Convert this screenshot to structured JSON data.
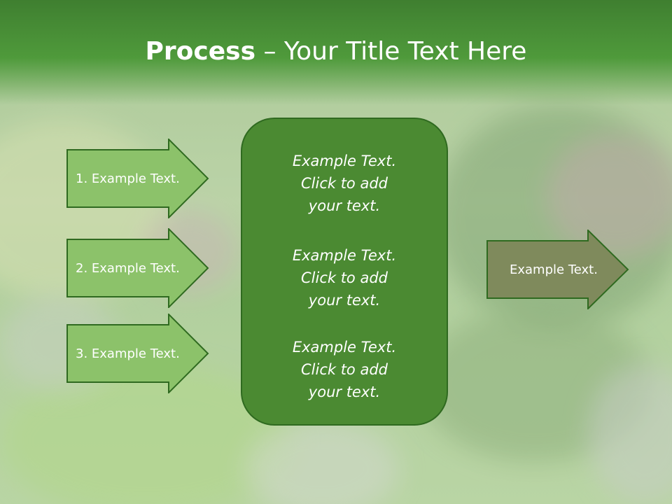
{
  "slide": {
    "title_bold": "Process",
    "title_rest": " – Your Title Text Here"
  },
  "left_arrows": [
    {
      "label": "1. Example Text."
    },
    {
      "label": "2. Example Text."
    },
    {
      "label": "3. Example Text."
    }
  ],
  "center_box": {
    "paragraphs": [
      {
        "line1": "Example Text.",
        "line2": "Click  to add",
        "line3": "your text."
      },
      {
        "line1": "Example Text.",
        "line2": "Click  to add",
        "line3": "your text."
      },
      {
        "line1": "Example Text.",
        "line2": "Click  to add",
        "line3": "your text."
      }
    ]
  },
  "right_arrow": {
    "label": "Example Text."
  },
  "colors": {
    "header_green": "#4f9a3b",
    "left_arrow_fill": "#8cc26a",
    "center_box_fill": "#4b8a32",
    "right_arrow_fill": "#7f8a5c",
    "outline": "#2f6a20"
  }
}
